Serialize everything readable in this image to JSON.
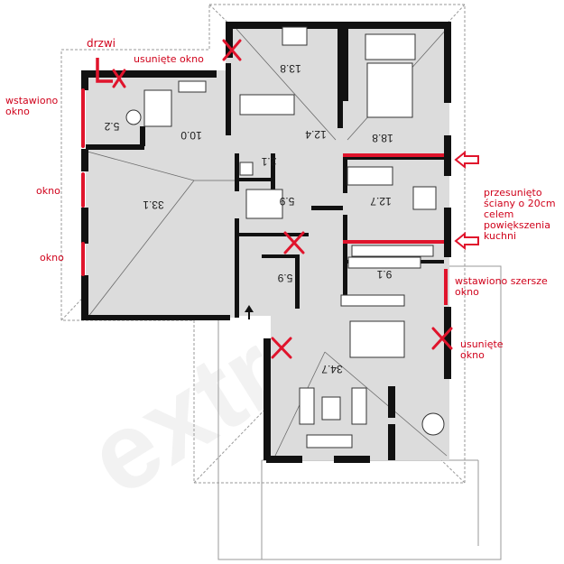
{
  "watermark": "extra",
  "colors": {
    "wall": "#111111",
    "floor": "#dcdcdc",
    "annotation": "#e0142c",
    "outline": "#9a9a9a"
  },
  "annotations": {
    "door": "drzwi",
    "removed_window_top": "usunięte okno",
    "inserted_window": "wstawiono okno",
    "window_1": "okno",
    "window_2": "okno",
    "moved_walls": "przesunięto ściany o 20cm celem powiększenia kuchni",
    "wider_window": "wstawiono szersze okno",
    "removed_window_right": "usunięte okno"
  },
  "rooms": [
    {
      "label": "13.8"
    },
    {
      "label": "12.4"
    },
    {
      "label": "18.8"
    },
    {
      "label": "5.2"
    },
    {
      "label": "10.0"
    },
    {
      "label": "2.1"
    },
    {
      "label": "33.1"
    },
    {
      "label": "5.9"
    },
    {
      "label": "12.7"
    },
    {
      "label": "5.9"
    },
    {
      "label": "9.1"
    },
    {
      "label": "34.7"
    }
  ]
}
